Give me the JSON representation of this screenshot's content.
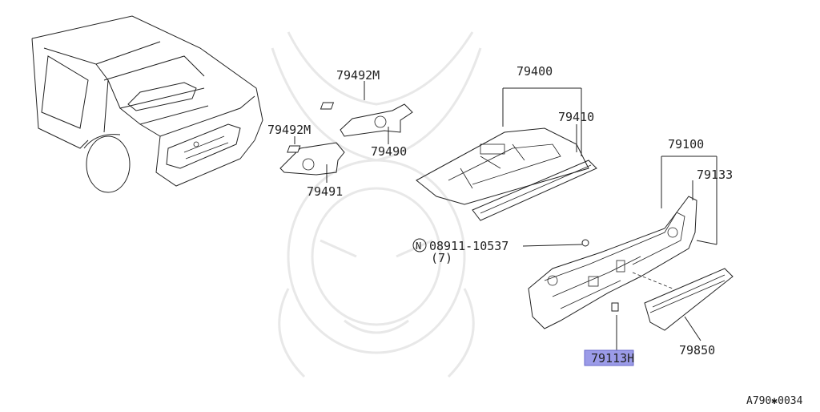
{
  "diagram": {
    "parts": {
      "p79492M_top": "79492M",
      "p79492M_left": "79492M",
      "p79490": "79490",
      "p79491": "79491",
      "p79400": "79400",
      "p79410": "79410",
      "p79100": "79100",
      "p79133": "79133",
      "p79850": "79850",
      "p79113H": "79113H",
      "nut_symbol": "N",
      "nut_part": "08911-10537",
      "nut_qty": "(7)"
    },
    "footer_code": "A790✱0034",
    "highlight_color": "#9b9be8"
  }
}
